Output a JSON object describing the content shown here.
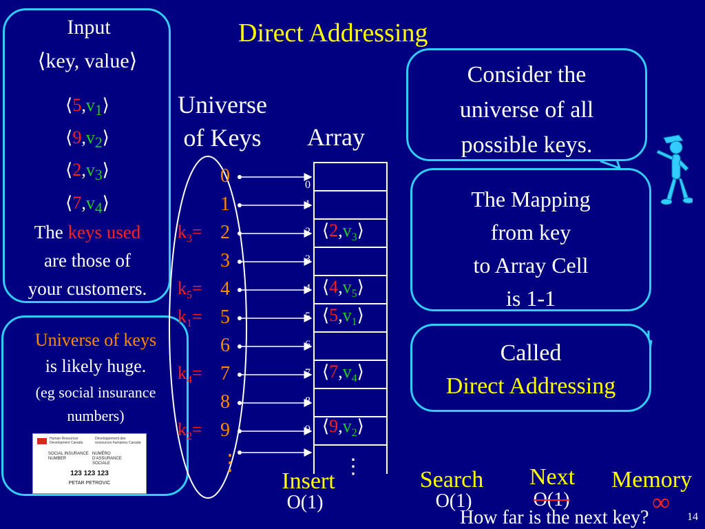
{
  "slide": {
    "title": "Direct Addressing",
    "page_number": "14"
  },
  "input_box": {
    "heading_line1": "Input",
    "heading_line2": "⟨key, value⟩",
    "pairs": [
      {
        "key": "5",
        "val": "v",
        "sub": "1"
      },
      {
        "key": "9",
        "val": "v",
        "sub": "2"
      },
      {
        "key": "2",
        "val": "v",
        "sub": "3"
      },
      {
        "key": "7",
        "val": "v",
        "sub": "4"
      }
    ],
    "note_prefix": "The ",
    "note_highlight": "keys used",
    "note_line2": "are those of",
    "note_line3": "your customers."
  },
  "universe_box": {
    "line1": "Universe of keys",
    "line2": "is likely huge.",
    "line3": "(eg social insurance",
    "line4": "numbers)",
    "card": {
      "header_en": "Human Resources Development Canada",
      "header_fr": "Développement des ressources humaines Canada",
      "label_en": "SOCIAL INSURANCE NUMBER",
      "label_fr": "NUMÉRO D'ASSURANCE SOCIALE",
      "number": "123 123 123",
      "name": "PETAR PETROVIC"
    }
  },
  "universe_label": {
    "line1": "Universe",
    "line2": "of Keys"
  },
  "array_label": "Array",
  "keys": [
    {
      "num": "0",
      "label": ""
    },
    {
      "num": "1",
      "label": ""
    },
    {
      "num": "2",
      "label": "k",
      "sub": "3",
      "eq": "="
    },
    {
      "num": "3",
      "label": ""
    },
    {
      "num": "4",
      "label": "k",
      "sub": "5",
      "eq": "="
    },
    {
      "num": "5",
      "label": "k",
      "sub": "1",
      "eq": "="
    },
    {
      "num": "6",
      "label": ""
    },
    {
      "num": "7",
      "label": "k",
      "sub": "4",
      "eq": "="
    },
    {
      "num": "8",
      "label": ""
    },
    {
      "num": "9",
      "label": "k",
      "sub": "2",
      "eq": "="
    }
  ],
  "keys_ellipsis": "⋮",
  "array_indices": [
    "0",
    "1",
    "2",
    "3",
    "4",
    "5",
    "6",
    "7",
    "8",
    "9"
  ],
  "array_cells": [
    {
      "index": "2",
      "key": "2",
      "val": "v",
      "sub": "3"
    },
    {
      "index": "4",
      "key": "4",
      "val": "v",
      "sub": "5"
    },
    {
      "index": "5",
      "key": "5",
      "val": "v",
      "sub": "1"
    },
    {
      "index": "7",
      "key": "7",
      "val": "v",
      "sub": "4"
    },
    {
      "index": "9",
      "key": "9",
      "val": "v",
      "sub": "2"
    }
  ],
  "array_ellipsis": "⋮",
  "callouts": {
    "consider": [
      "Consider the",
      "universe of all",
      "possible keys."
    ],
    "mapping": [
      "The Mapping",
      "from key",
      "to Array Cell",
      "is 1-1"
    ],
    "called": [
      "Called",
      "Direct Addressing"
    ]
  },
  "operations": {
    "insert": {
      "name": "Insert",
      "cost": "O(1)"
    },
    "search": {
      "name": "Search",
      "cost": "O(1)"
    },
    "next": {
      "name": "Next",
      "cost": "O(1)"
    },
    "memory": {
      "name": "Memory",
      "cost": "∞"
    }
  },
  "footer_question": "How far is the next key?",
  "colors": {
    "background": "#000080",
    "bubble_border": "#33ccff",
    "title": "#ffff00",
    "key_number": "#ff8c00",
    "key_label": "#ff2020",
    "value": "#22cc22"
  }
}
